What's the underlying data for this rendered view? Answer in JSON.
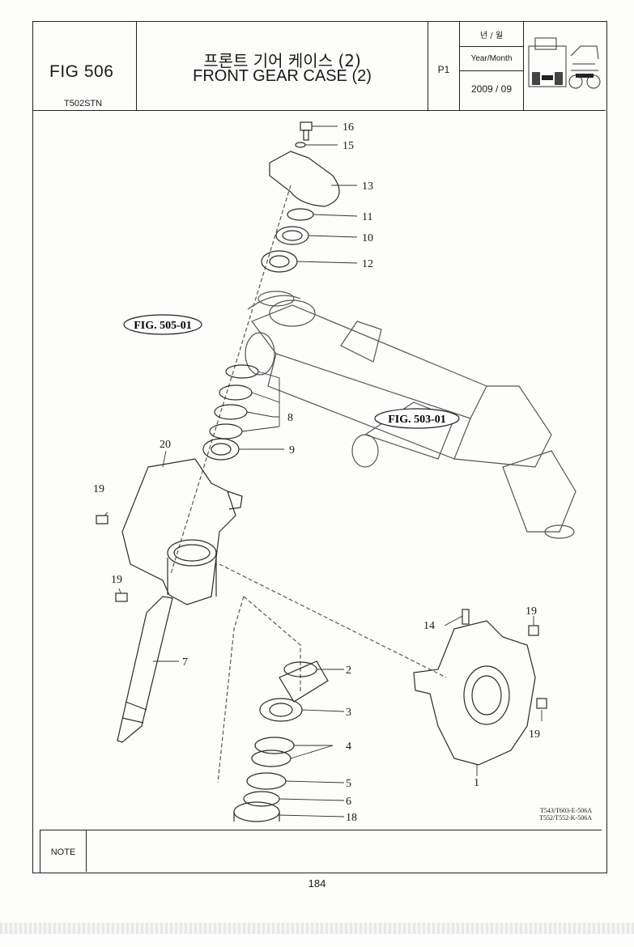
{
  "header": {
    "fig_number": "FIG 506",
    "model_code": "T502STN",
    "title_ko": "프론트 기어 케이스 (2)",
    "title_en": "FRONT GEAR CASE (2)",
    "page_code": "P1",
    "date_label_ko": "년 / 월",
    "date_label_en": "Year/Month",
    "date_value": "2009 / 09"
  },
  "diagram": {
    "callouts": {
      "c16": "16",
      "c15": "15",
      "c13": "13",
      "c11": "11",
      "c10": "10",
      "c12": "12",
      "c8": "8",
      "c9": "9",
      "c20": "20",
      "c19a": "19",
      "c19b": "19",
      "c19c": "19",
      "c19d": "19",
      "c14": "14",
      "c7": "7",
      "c2": "2",
      "c3": "3",
      "c4": "4",
      "c5": "5",
      "c6": "6",
      "c18": "18",
      "c1": "1"
    },
    "ref_505": "FIG. 505-01",
    "ref_503": "FIG. 503-01",
    "drawing_code_1": "T543/T603-E-506A",
    "drawing_code_2": "T552/T552-K-506A"
  },
  "note": {
    "label": "NOTE"
  },
  "footer": {
    "page_number": "184"
  }
}
